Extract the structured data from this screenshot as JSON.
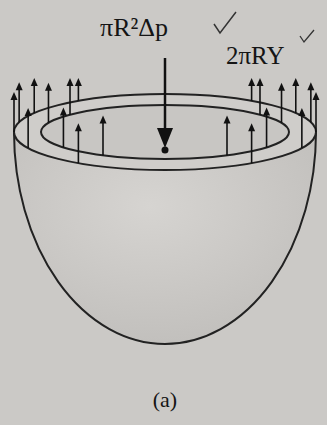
{
  "diagram": {
    "caption": "(a)",
    "labels": [
      "πR²Δp",
      "2πRY"
    ]
  }
}
